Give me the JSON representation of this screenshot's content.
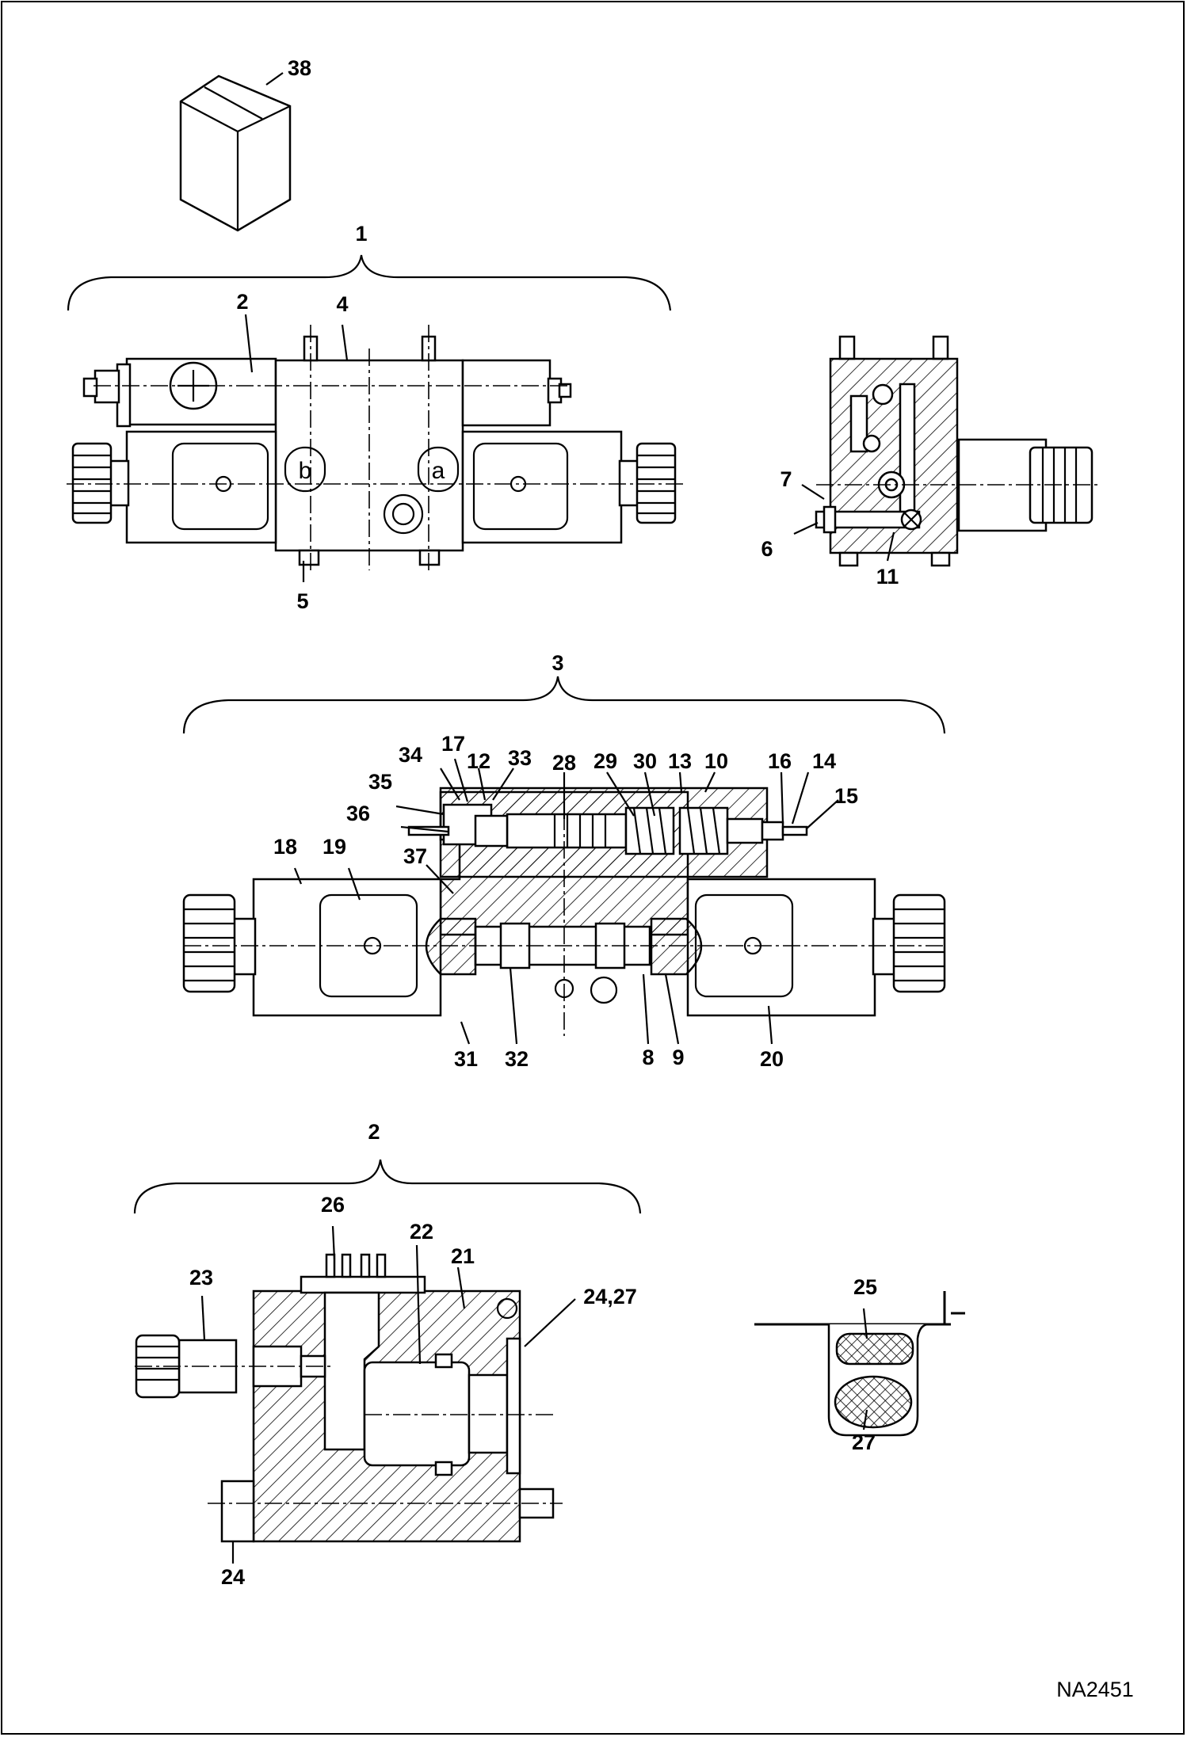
{
  "drawing_code": "NA2451",
  "callouts": {
    "c1": "1",
    "c2": "2",
    "c3": "3",
    "c4": "4",
    "c5": "5",
    "c6": "6",
    "c7": "7",
    "c8": "8",
    "c9": "9",
    "c10": "10",
    "c11": "11",
    "c12": "12",
    "c13": "13",
    "c14": "14",
    "c15": "15",
    "c16": "16",
    "c17": "17",
    "c18": "18",
    "c19": "19",
    "c20": "20",
    "c21": "21",
    "c22": "22",
    "c23": "23",
    "c24": "24",
    "c2427": "24,27",
    "c25": "25",
    "c26": "26",
    "c27": "27",
    "c28": "28",
    "c29": "29",
    "c30": "30",
    "c31": "31",
    "c32": "32",
    "c33": "33",
    "c34": "34",
    "c35": "35",
    "c36": "36",
    "c37": "37",
    "c38": "38",
    "c2b": "2"
  },
  "ports": {
    "b": "b",
    "a": "a"
  }
}
